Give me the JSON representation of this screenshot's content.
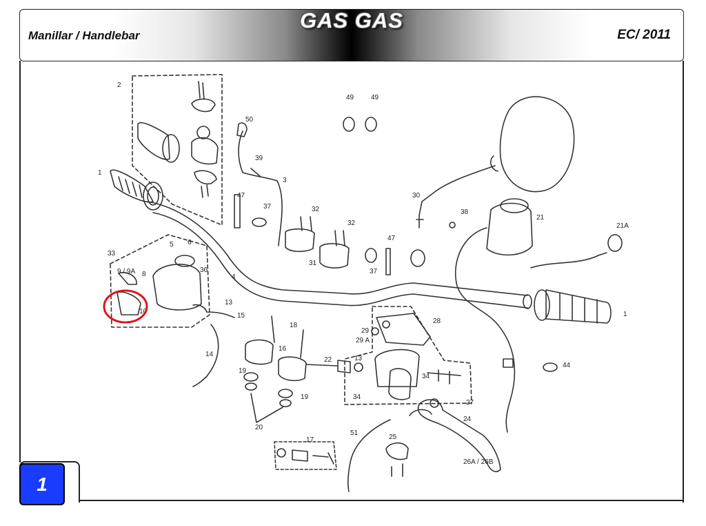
{
  "header": {
    "brand": "GAS GAS",
    "subtitle": "Manillar / Handlebar",
    "model": "EC/ 2011"
  },
  "page_tab": {
    "number": "1"
  },
  "callouts": [
    "1",
    "2",
    "3",
    "4",
    "5",
    "6",
    "8",
    "9 / 9A",
    "10",
    "13",
    "14",
    "15",
    "16",
    "17",
    "18",
    "19",
    "20",
    "21",
    "21A",
    "22",
    "24",
    "25",
    "26A / 26B",
    "27",
    "28",
    "29",
    "29 A",
    "30",
    "31",
    "32",
    "33",
    "34",
    "36",
    "37",
    "38",
    "39",
    "44",
    "47",
    "49",
    "50",
    "51"
  ],
  "highlight": {
    "color": "#e0141e",
    "target": "10"
  },
  "colors": {
    "tab": "#1a3cff",
    "frame": "#222222"
  }
}
